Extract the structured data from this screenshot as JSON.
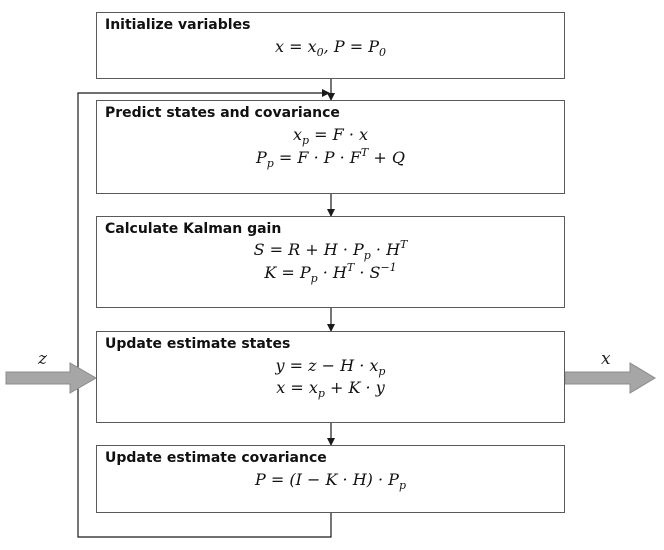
{
  "blocks": [
    {
      "title": "Initialize variables",
      "equations": [
        {
          "parts": [
            "x = x",
            {
              "sub": "0"
            },
            ",        P = P",
            {
              "sub": "0"
            }
          ]
        }
      ]
    },
    {
      "title": "Predict states and covariance",
      "equations": [
        {
          "parts": [
            "x",
            {
              "sub": "p"
            },
            " = F · x"
          ]
        },
        {
          "parts": [
            "P",
            {
              "sub": "p"
            },
            " = F · P · F",
            {
              "sup": "T"
            },
            " + Q"
          ]
        }
      ]
    },
    {
      "title": "Calculate Kalman gain",
      "equations": [
        {
          "parts": [
            "S = R + H · P",
            {
              "sub": "p"
            },
            " · H",
            {
              "sup": "T"
            }
          ]
        },
        {
          "parts": [
            "K = P",
            {
              "sub": "p"
            },
            " · H",
            {
              "sup": "T"
            },
            " · S",
            {
              "sup": "−1"
            }
          ]
        }
      ]
    },
    {
      "title": "Update estimate states",
      "equations": [
        {
          "parts": [
            "y = z − H · x",
            {
              "sub": "p"
            }
          ]
        },
        {
          "parts": [
            "x = x",
            {
              "sub": "p"
            },
            " + K · y"
          ]
        }
      ]
    },
    {
      "title": "Update estimate covariance",
      "equations": [
        {
          "parts": [
            "P = (I − K · H) · P",
            {
              "sub": "p"
            }
          ]
        }
      ]
    }
  ],
  "input_label": "z",
  "output_label": "x",
  "colors": {
    "box_border": "#5a5a5a",
    "line": "#1a1a1a",
    "big_arrow_fill": "#a6a6a6",
    "big_arrow_stroke": "#8c8c8c"
  }
}
